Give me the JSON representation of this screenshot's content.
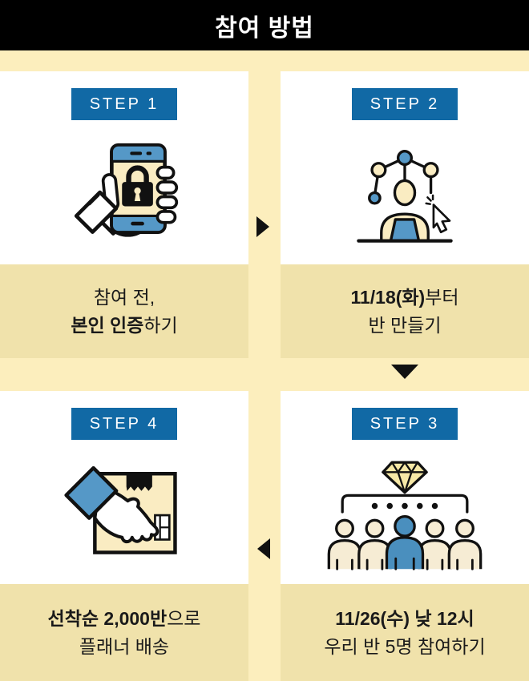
{
  "header": {
    "title": "참여 방법"
  },
  "steps": [
    {
      "number": 1,
      "badge": "STEP 1",
      "icon": "identity-verification-icon",
      "line1": [
        {
          "text": "참여 전,",
          "bold": false
        }
      ],
      "line2": [
        {
          "text": "본인 인증",
          "bold": true
        },
        {
          "text": "하기",
          "bold": false
        }
      ]
    },
    {
      "number": 2,
      "badge": "STEP 2",
      "icon": "class-create-icon",
      "line1": [
        {
          "text": "11/18(화)",
          "bold": true
        },
        {
          "text": "부터",
          "bold": false
        }
      ],
      "line2": [
        {
          "text": "반 만들기",
          "bold": false
        }
      ]
    },
    {
      "number": 3,
      "badge": "STEP 3",
      "icon": "group-join-icon",
      "line1": [
        {
          "text": "11/26(수) 낮 12시",
          "bold": true
        }
      ],
      "line2": [
        {
          "text": "우리 반 5명 참여하기",
          "bold": false
        }
      ]
    },
    {
      "number": 4,
      "badge": "STEP 4",
      "icon": "delivery-box-icon",
      "line1": [
        {
          "text": "선착순 2,000반",
          "bold": true
        },
        {
          "text": "으로",
          "bold": false
        }
      ],
      "line2": [
        {
          "text": "플래너 배송",
          "bold": false
        }
      ]
    }
  ],
  "arrows": [
    {
      "id": "arrow-right",
      "direction": "right",
      "between": "STEP 1 → STEP 2"
    },
    {
      "id": "arrow-down",
      "direction": "down",
      "between": "STEP 2 → STEP 3"
    },
    {
      "id": "arrow-left",
      "direction": "left",
      "between": "STEP 3 → STEP 4"
    }
  ],
  "colors": {
    "header_bg": "#000000",
    "header_text": "#FFFFFF",
    "page_bg": "#FCEEBD",
    "caption_bg": "#F0E2AB",
    "badge_bg": "#1169A5",
    "badge_text": "#FFFFFF",
    "icon_blue": "#5598C7",
    "person_blue": "#4A8FBE",
    "icon_cream": "#FAECC2",
    "diamond_yellow": "#F6E8A6",
    "outline_black": "#111111"
  }
}
